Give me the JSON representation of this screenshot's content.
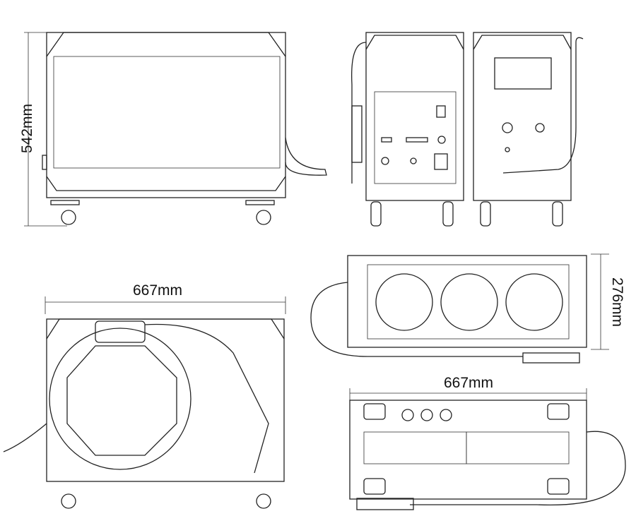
{
  "dimensions": {
    "height": "542mm",
    "width_front": "667mm",
    "width_top": "667mm",
    "depth": "276mm"
  }
}
